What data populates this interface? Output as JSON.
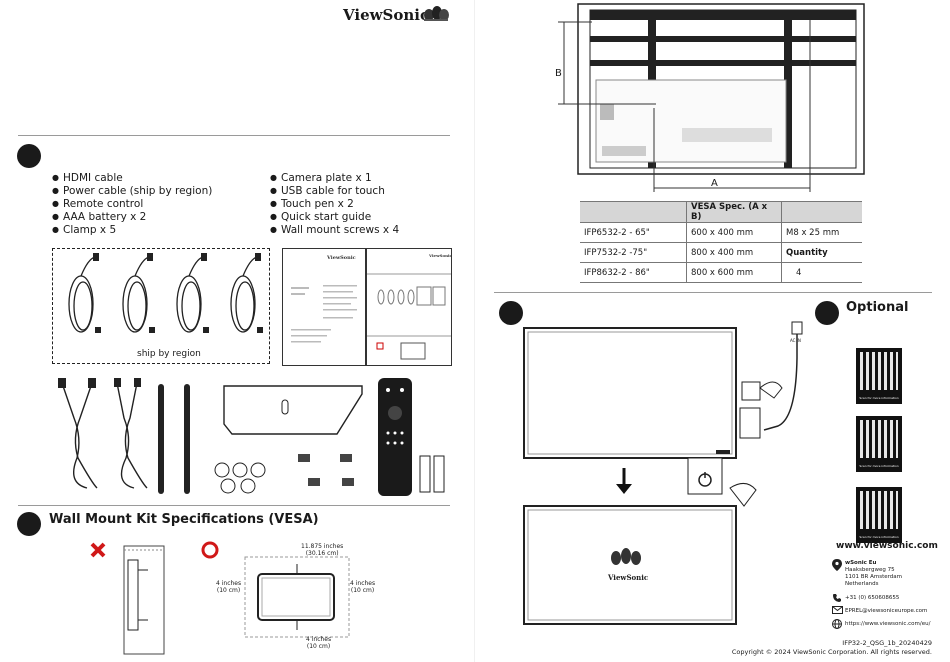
{
  "brand": {
    "logo_text": "ViewSonic",
    "reg": "."
  },
  "package": {
    "left_items": [
      "HDMI cable",
      "Power cable (ship by region)",
      "Remote control",
      "AAA battery x 2",
      "Clamp x 5"
    ],
    "right_items": [
      "Camera plate x 1",
      "USB cable for touch",
      "Touch pen x 2",
      "Quick start guide",
      "Wall mount screws x 4"
    ],
    "region_caption": "ship by region"
  },
  "vesa_section": {
    "title": "Wall Mount Kit Specifications (VESA)",
    "top_dim": "11.875 inches",
    "top_dim_cm": "(30.16 cm)",
    "left_dim": "4 inches",
    "left_dim_cm": "(10 cm)",
    "right_dim": "4 inches",
    "right_dim_cm": "(10 cm)",
    "bottom_dim": "4 inches",
    "bottom_dim_cm": "(10 cm)"
  },
  "rear_diagram": {
    "label_a": "A",
    "label_b": "B"
  },
  "vesa_table": {
    "header": [
      "",
      "VESA Spec. (A x B)",
      ""
    ],
    "rows": [
      [
        "IFP6532-2 - 65\"",
        "600 x 400 mm",
        "M8 x 25 mm"
      ],
      [
        "IFP7532-2 -75\"",
        "800 x 400 mm",
        "Quantity"
      ],
      [
        "IFP8632-2 - 86\"",
        "800 x 600 mm",
        "4"
      ]
    ]
  },
  "power_diagram": {
    "outlet_label": "AC IN"
  },
  "optional": {
    "title": "Optional",
    "qr_caption": "Scan for more information",
    "website": "www.viewsonic.com",
    "company": "wSonic Eu",
    "address_lines": [
      "Haaksbergweg 75",
      "1101 BR Amsterdam",
      "Netherlands"
    ],
    "phone": "+31 (0) 650608655",
    "email": "EPREL@viewsoniceurope.com",
    "url": "https://www.viewsonic.com/eu/"
  },
  "footer": {
    "code": "IFP32-2_QSG_1b_20240429",
    "copyright": "Copyright © 2024 ViewSonic Corporation. All rights reserved."
  }
}
